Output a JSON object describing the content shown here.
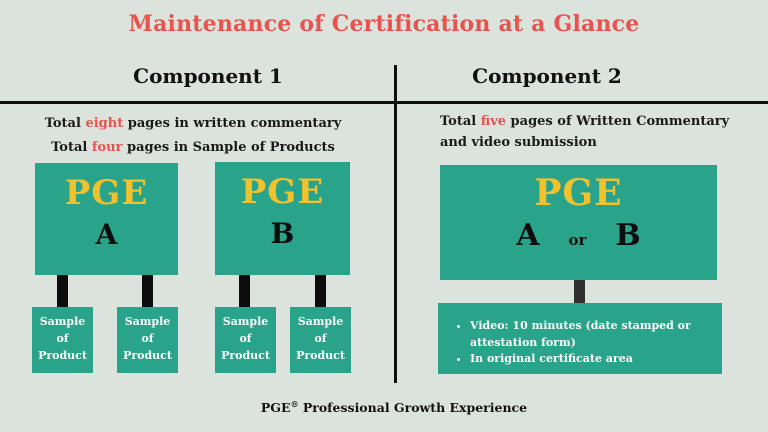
{
  "title": "Maintenance of Certification at a Glance",
  "component1": {
    "header": "Component 1",
    "summary": [
      {
        "pre": "Total ",
        "highlight": "eight",
        "post": " pages in written commentary"
      },
      {
        "pre": "Total ",
        "highlight": "four",
        "post": " pages in Sample of Products"
      }
    ],
    "pge_boxes": [
      {
        "brand": "PGE",
        "letter": "A"
      },
      {
        "brand": "PGE",
        "letter": "B"
      }
    ],
    "sample_label": "Sample\nof\nProduct"
  },
  "component2": {
    "header": "Component 2",
    "summary": {
      "pre": "Total ",
      "highlight": "five",
      "post": " pages of Written Commentary and video submission"
    },
    "pge_box": {
      "brand": "PGE",
      "letter_a": "A",
      "or_label": "or",
      "letter_b": "B"
    },
    "bullets": [
      "Video: 10 minutes (date stamped or attestation form)",
      "In original certificate area"
    ]
  },
  "footer": {
    "brand": "PGE",
    "mark": "®",
    "text": " Professional Growth Experience"
  },
  "colors": {
    "background": "#dce3dd",
    "box_teal": "#2aa38b",
    "accent_red": "#e8534e",
    "accent_yellow": "#f1c12e",
    "connector_black": "#0d0d0d",
    "connector_gray": "#2f2f2f"
  }
}
